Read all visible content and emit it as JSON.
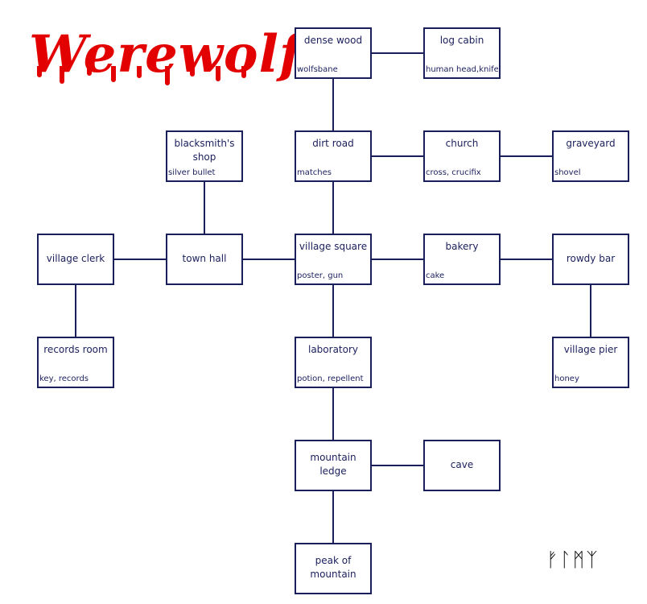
{
  "title": "Werewolf",
  "runes": "ᚠᛚᛗᛉ",
  "colors": {
    "title": "#e30000",
    "line": "#1a1f5c"
  },
  "rooms": [
    {
      "id": "dense-wood",
      "name": "dense wood",
      "items": "wolfsbane"
    },
    {
      "id": "log-cabin",
      "name": "log cabin",
      "items": "human head,knife"
    },
    {
      "id": "blacksmiths-shop",
      "name": "blacksmith's shop",
      "items": "silver bullet"
    },
    {
      "id": "dirt-road",
      "name": "dirt road",
      "items": "matches"
    },
    {
      "id": "church",
      "name": "church",
      "items": "cross, crucifix"
    },
    {
      "id": "graveyard",
      "name": "graveyard",
      "items": "shovel"
    },
    {
      "id": "village-clerk",
      "name": "village clerk",
      "items": ""
    },
    {
      "id": "town-hall",
      "name": "town hall",
      "items": ""
    },
    {
      "id": "village-square",
      "name": "village square",
      "items": "poster, gun"
    },
    {
      "id": "bakery",
      "name": "bakery",
      "items": "cake"
    },
    {
      "id": "rowdy-bar",
      "name": "rowdy bar",
      "items": ""
    },
    {
      "id": "records-room",
      "name": "records room",
      "items": "key, records"
    },
    {
      "id": "laboratory",
      "name": "laboratory",
      "items": "potion, repellent"
    },
    {
      "id": "village-pier",
      "name": "village pier",
      "items": "honey"
    },
    {
      "id": "mountain-ledge",
      "name": "mountain ledge",
      "items": ""
    },
    {
      "id": "cave",
      "name": "cave",
      "items": ""
    },
    {
      "id": "peak-of-mountain",
      "name": "peak of mountain",
      "items": ""
    }
  ],
  "connections": [
    [
      "dense-wood",
      "log-cabin"
    ],
    [
      "dense-wood",
      "dirt-road"
    ],
    [
      "dirt-road",
      "church"
    ],
    [
      "church",
      "graveyard"
    ],
    [
      "dirt-road",
      "village-square"
    ],
    [
      "blacksmiths-shop",
      "town-hall"
    ],
    [
      "village-clerk",
      "town-hall"
    ],
    [
      "town-hall",
      "village-square"
    ],
    [
      "village-square",
      "bakery"
    ],
    [
      "bakery",
      "rowdy-bar"
    ],
    [
      "village-clerk",
      "records-room"
    ],
    [
      "rowdy-bar",
      "village-pier"
    ],
    [
      "village-square",
      "laboratory"
    ],
    [
      "laboratory",
      "mountain-ledge"
    ],
    [
      "mountain-ledge",
      "cave"
    ],
    [
      "mountain-ledge",
      "peak-of-mountain"
    ]
  ]
}
